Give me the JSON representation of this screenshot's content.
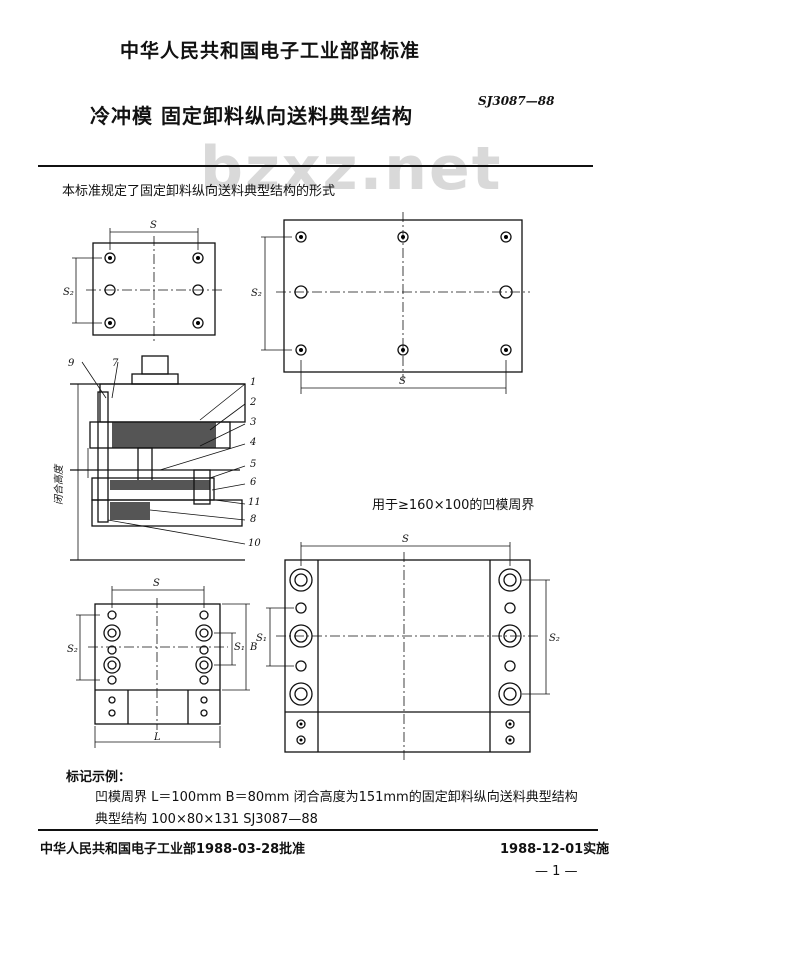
{
  "header": {
    "organization": "中华人民共和国电子工业部部标准",
    "title": "冷冲模   固定卸料纵向送料典型结构",
    "standard_code": "SJ3087—88"
  },
  "watermark": "bzxz.net",
  "intro": "本标准规定了固定卸料纵向送料典型结构的形式",
  "figure": {
    "dim_s": "S",
    "dim_s2": "S₂",
    "dim_s1": "S₁",
    "dim_b": "B",
    "dim_l": "L",
    "side_label": "闭合高度",
    "part_numbers": [
      "9",
      "7",
      "1",
      "2",
      "3",
      "4",
      "5",
      "6",
      "11",
      "8",
      "10"
    ],
    "note_large_die": "用于≥160×100的凹模周界"
  },
  "marking": {
    "heading": "标记示例：",
    "line1": "凹模周界 L＝100mm  B＝80mm  闭合高度为151mm的固定卸料纵向送料典型结构",
    "line2": "典型结构  100×80×131  SJ3087—88"
  },
  "footer": {
    "approval": "中华人民共和国电子工业部1988-03-28批准",
    "implementation": "1988-12-01实施",
    "page": "— 1 —"
  }
}
